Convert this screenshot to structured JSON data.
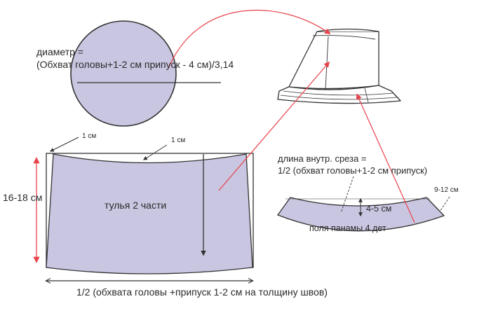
{
  "labels": {
    "diameter_line1": "диаметр =",
    "diameter_line2": "(Обхват головы+1-2 см припуск - 4 см)/3,14",
    "one_cm_left": "1 см",
    "one_cm_top": "1 см",
    "height": "16-18 см",
    "crown": "тулья 2 части",
    "width": "1/2 (обхвата головы +припуск 1-2 см на толщину швов)",
    "inner_edge_line1": "длина внутр. среза =",
    "inner_edge_line2": "1/2 (обхват головы+1-2 см припуск)",
    "brim_depth": "4-5 см",
    "brim_outer": "9-12 см",
    "brim": "поля панамы 4 дет"
  },
  "colors": {
    "fill": "#c9c6e1",
    "outline": "#333333",
    "arrow_red": "#e8424a",
    "text": "#2a2a2a"
  },
  "icons": {
    "hat": "bucket-hat-icon"
  }
}
